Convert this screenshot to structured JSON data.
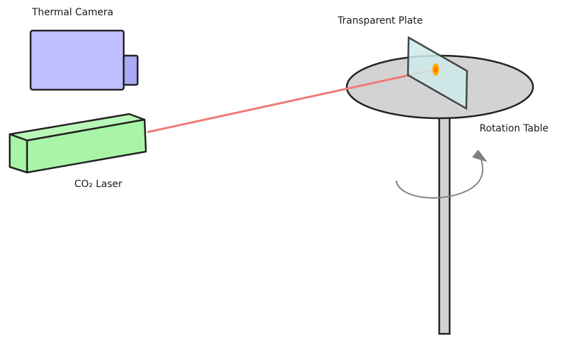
{
  "labels": {
    "thermal_camera": "Thermal Camera",
    "co2_laser": "CO₂ Laser",
    "transparent_plate": "Transparent Plate",
    "rotation_table": "Rotation Table"
  },
  "colors": {
    "camera_fill": "#c0c0ff",
    "camera_lens_fill": "#a9a9f5",
    "laser_fill": "#a8f5a8",
    "beam": "#f07878",
    "table_fill": "#d3d3d3",
    "plate_fill": "#cfeaea",
    "hot_spot": "#ffb000",
    "rotation_arrow": "#808080",
    "outline": "#222222"
  },
  "icons": {
    "rotation_indicator": "curved-rotation-arrow-icon"
  }
}
